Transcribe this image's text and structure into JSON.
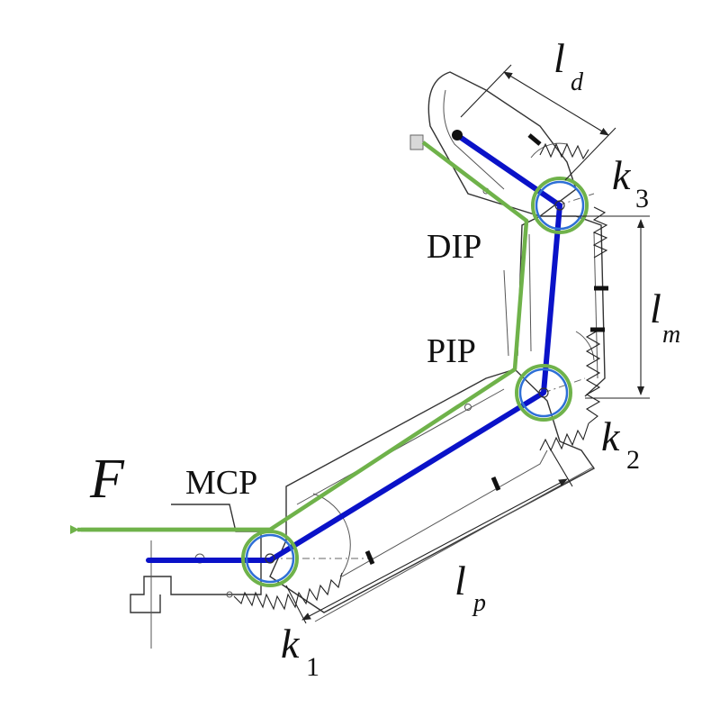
{
  "labels": {
    "force": "F",
    "mcp": "MCP",
    "pip": "PIP",
    "dip": "DIP",
    "ld_base": "l",
    "ld_sub": "d",
    "lm_base": "l",
    "lm_sub": "m",
    "lp_base": "l",
    "lp_sub": "p",
    "k1_base": "k",
    "k1_sub": "1",
    "k2_base": "k",
    "k2_sub": "2",
    "k3_base": "k",
    "k3_sub": "3"
  },
  "colors": {
    "skeleton": "#0a12c8",
    "tendon": "#6fb24a",
    "joint_ring_outer": "#6fb24a",
    "joint_ring_inner": "#2e6fd6",
    "force_arrow": "#6fb24a",
    "mechanism": "#333333"
  }
}
